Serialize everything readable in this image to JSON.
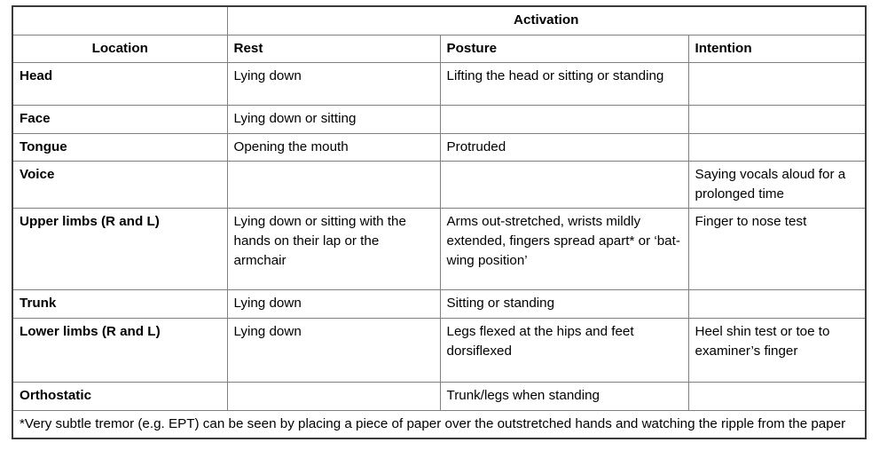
{
  "table": {
    "group_header": {
      "corner_label": "",
      "activation_label": "Activation"
    },
    "columns": [
      {
        "key": "location",
        "label": "Location"
      },
      {
        "key": "rest",
        "label": "Rest"
      },
      {
        "key": "posture",
        "label": "Posture"
      },
      {
        "key": "intention",
        "label": "Intention"
      }
    ],
    "rows": [
      {
        "location": "Head",
        "rest": "Lying down",
        "posture": "Lifting the head or sitting or standing",
        "intention": "",
        "intention_filled": false,
        "rest_filled": true,
        "posture_filled": true
      },
      {
        "location": "Face",
        "rest": "Lying down or sitting",
        "posture": "",
        "intention": "",
        "rest_filled": true,
        "posture_filled": false,
        "intention_filled": false
      },
      {
        "location": "Tongue",
        "rest": "Opening the mouth",
        "posture": "Protruded",
        "intention": "",
        "rest_filled": true,
        "posture_filled": true,
        "intention_filled": false
      },
      {
        "location": "Voice",
        "rest": "",
        "posture": "",
        "intention": "Saying vocals aloud for a prolonged time",
        "rest_filled": false,
        "posture_filled": false,
        "intention_filled": true
      },
      {
        "location": "Upper limbs (R and L)",
        "rest": "Lying down or sitting with the hands on their lap or the armchair",
        "posture": "Arms out-stretched, wrists mildly extended, fingers spread apart* or ‘bat-wing position’",
        "intention": "Finger to nose test",
        "rest_filled": true,
        "posture_filled": true,
        "intention_filled": true
      },
      {
        "location": "Trunk",
        "rest": "Lying down",
        "posture": "Sitting or standing",
        "intention": "",
        "rest_filled": true,
        "posture_filled": true,
        "intention_filled": false
      },
      {
        "location": "Lower limbs (R and L)",
        "rest": "Lying down",
        "posture": "Legs flexed at the hips and feet dorsiflexed",
        "intention": "Heel shin test or toe to examiner’s finger",
        "rest_filled": true,
        "posture_filled": true,
        "intention_filled": true
      },
      {
        "location": "Orthostatic",
        "rest": "",
        "posture": "Trunk/legs when standing",
        "intention": "",
        "rest_filled": false,
        "posture_filled": true,
        "intention_filled": false
      }
    ],
    "footnote": "*Very subtle tremor (e.g. EPT) can be seen by placing a piece of paper over the outstretched hands and watching the ripple from the paper",
    "colors": {
      "disabled_cell": "#808080",
      "grid_line": "#808080",
      "frame_line": "#3a3a3a",
      "text": "#000000",
      "background": "#ffffff"
    }
  }
}
